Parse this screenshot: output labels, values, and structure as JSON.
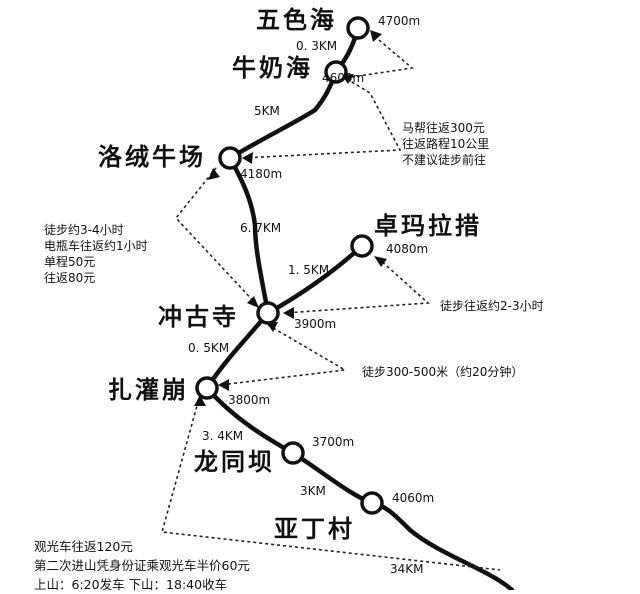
{
  "colors": {
    "route": "#111111",
    "dotted": "#222222",
    "background": "#ffffff"
  },
  "sites": {
    "wuse": {
      "name": "五色海",
      "alt": "4700m"
    },
    "niunai": {
      "name": "牛奶海",
      "alt": "4600m"
    },
    "luorong": {
      "name": "洛绒牛场",
      "alt": "4180m"
    },
    "zhuoma": {
      "name": "卓玛拉措",
      "alt": "4080m"
    },
    "chonggu": {
      "name": "冲古寺",
      "alt": "3900m"
    },
    "zhaguan": {
      "name": "扎灌崩",
      "alt": "3800m"
    },
    "longtong": {
      "name": "龙同坝",
      "alt": "3700m"
    },
    "yading": {
      "name": "亚丁村",
      "alt": "4060m"
    }
  },
  "distances": {
    "wuse_niunai": "0. 3KM",
    "niunai_luorong": "5KM",
    "luorong_chonggu": "6. 7KM",
    "chonggu_zhuoma": "1. 5KM",
    "chonggu_zhaguan": "0. 5KM",
    "zhaguan_longtong": "3. 4KM",
    "longtong_yading": "3KM",
    "yading_exit": "34KM"
  },
  "notes": {
    "horse": [
      "马帮往返300元",
      "往返路程10公里",
      "不建议徒步前往"
    ],
    "luorong_walk": [
      "徒步约3-4小时",
      "电瓶车往返约1小时",
      "单程50元",
      "往返80元"
    ],
    "zhuoma_walk": "徒步往返约2-3小时",
    "zhaguan_walk": "徒步300-500米（约20分钟）"
  },
  "bus_info": [
    "观光车往返120元",
    "第二次进山凭身份证乘观光车半价60元",
    "上山：6:20发车   下山：18:40收车"
  ]
}
